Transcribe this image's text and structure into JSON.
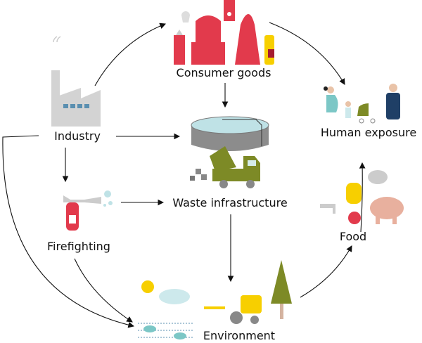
{
  "nodes": {
    "consumer_goods": "Consumer goods",
    "industry": "Industry",
    "human_exposure": "Human exposure",
    "waste_infrastructure": "Waste infrastructure",
    "firefighting": "Firefighting",
    "food": "Food",
    "environment": "Environment"
  },
  "edges": [
    {
      "from": "Industry",
      "to": "Consumer goods"
    },
    {
      "from": "Consumer goods",
      "to": "Human exposure"
    },
    {
      "from": "Consumer goods",
      "to": "Waste infrastructure"
    },
    {
      "from": "Industry",
      "to": "Waste infrastructure"
    },
    {
      "from": "Industry",
      "to": "Firefighting"
    },
    {
      "from": "Industry",
      "to": "Environment"
    },
    {
      "from": "Firefighting",
      "to": "Waste infrastructure"
    },
    {
      "from": "Firefighting",
      "to": "Environment"
    },
    {
      "from": "Waste infrastructure",
      "to": "Environment"
    },
    {
      "from": "Environment",
      "to": "Food"
    },
    {
      "from": "Food",
      "to": "Human exposure"
    }
  ],
  "colors": {
    "consumer": "#e23a4c",
    "industry": "#d3d3d3",
    "waste": "#7d8a26",
    "water": "#bfe2e6",
    "yellow": "#f7cf00",
    "person": "#1f3f66"
  }
}
